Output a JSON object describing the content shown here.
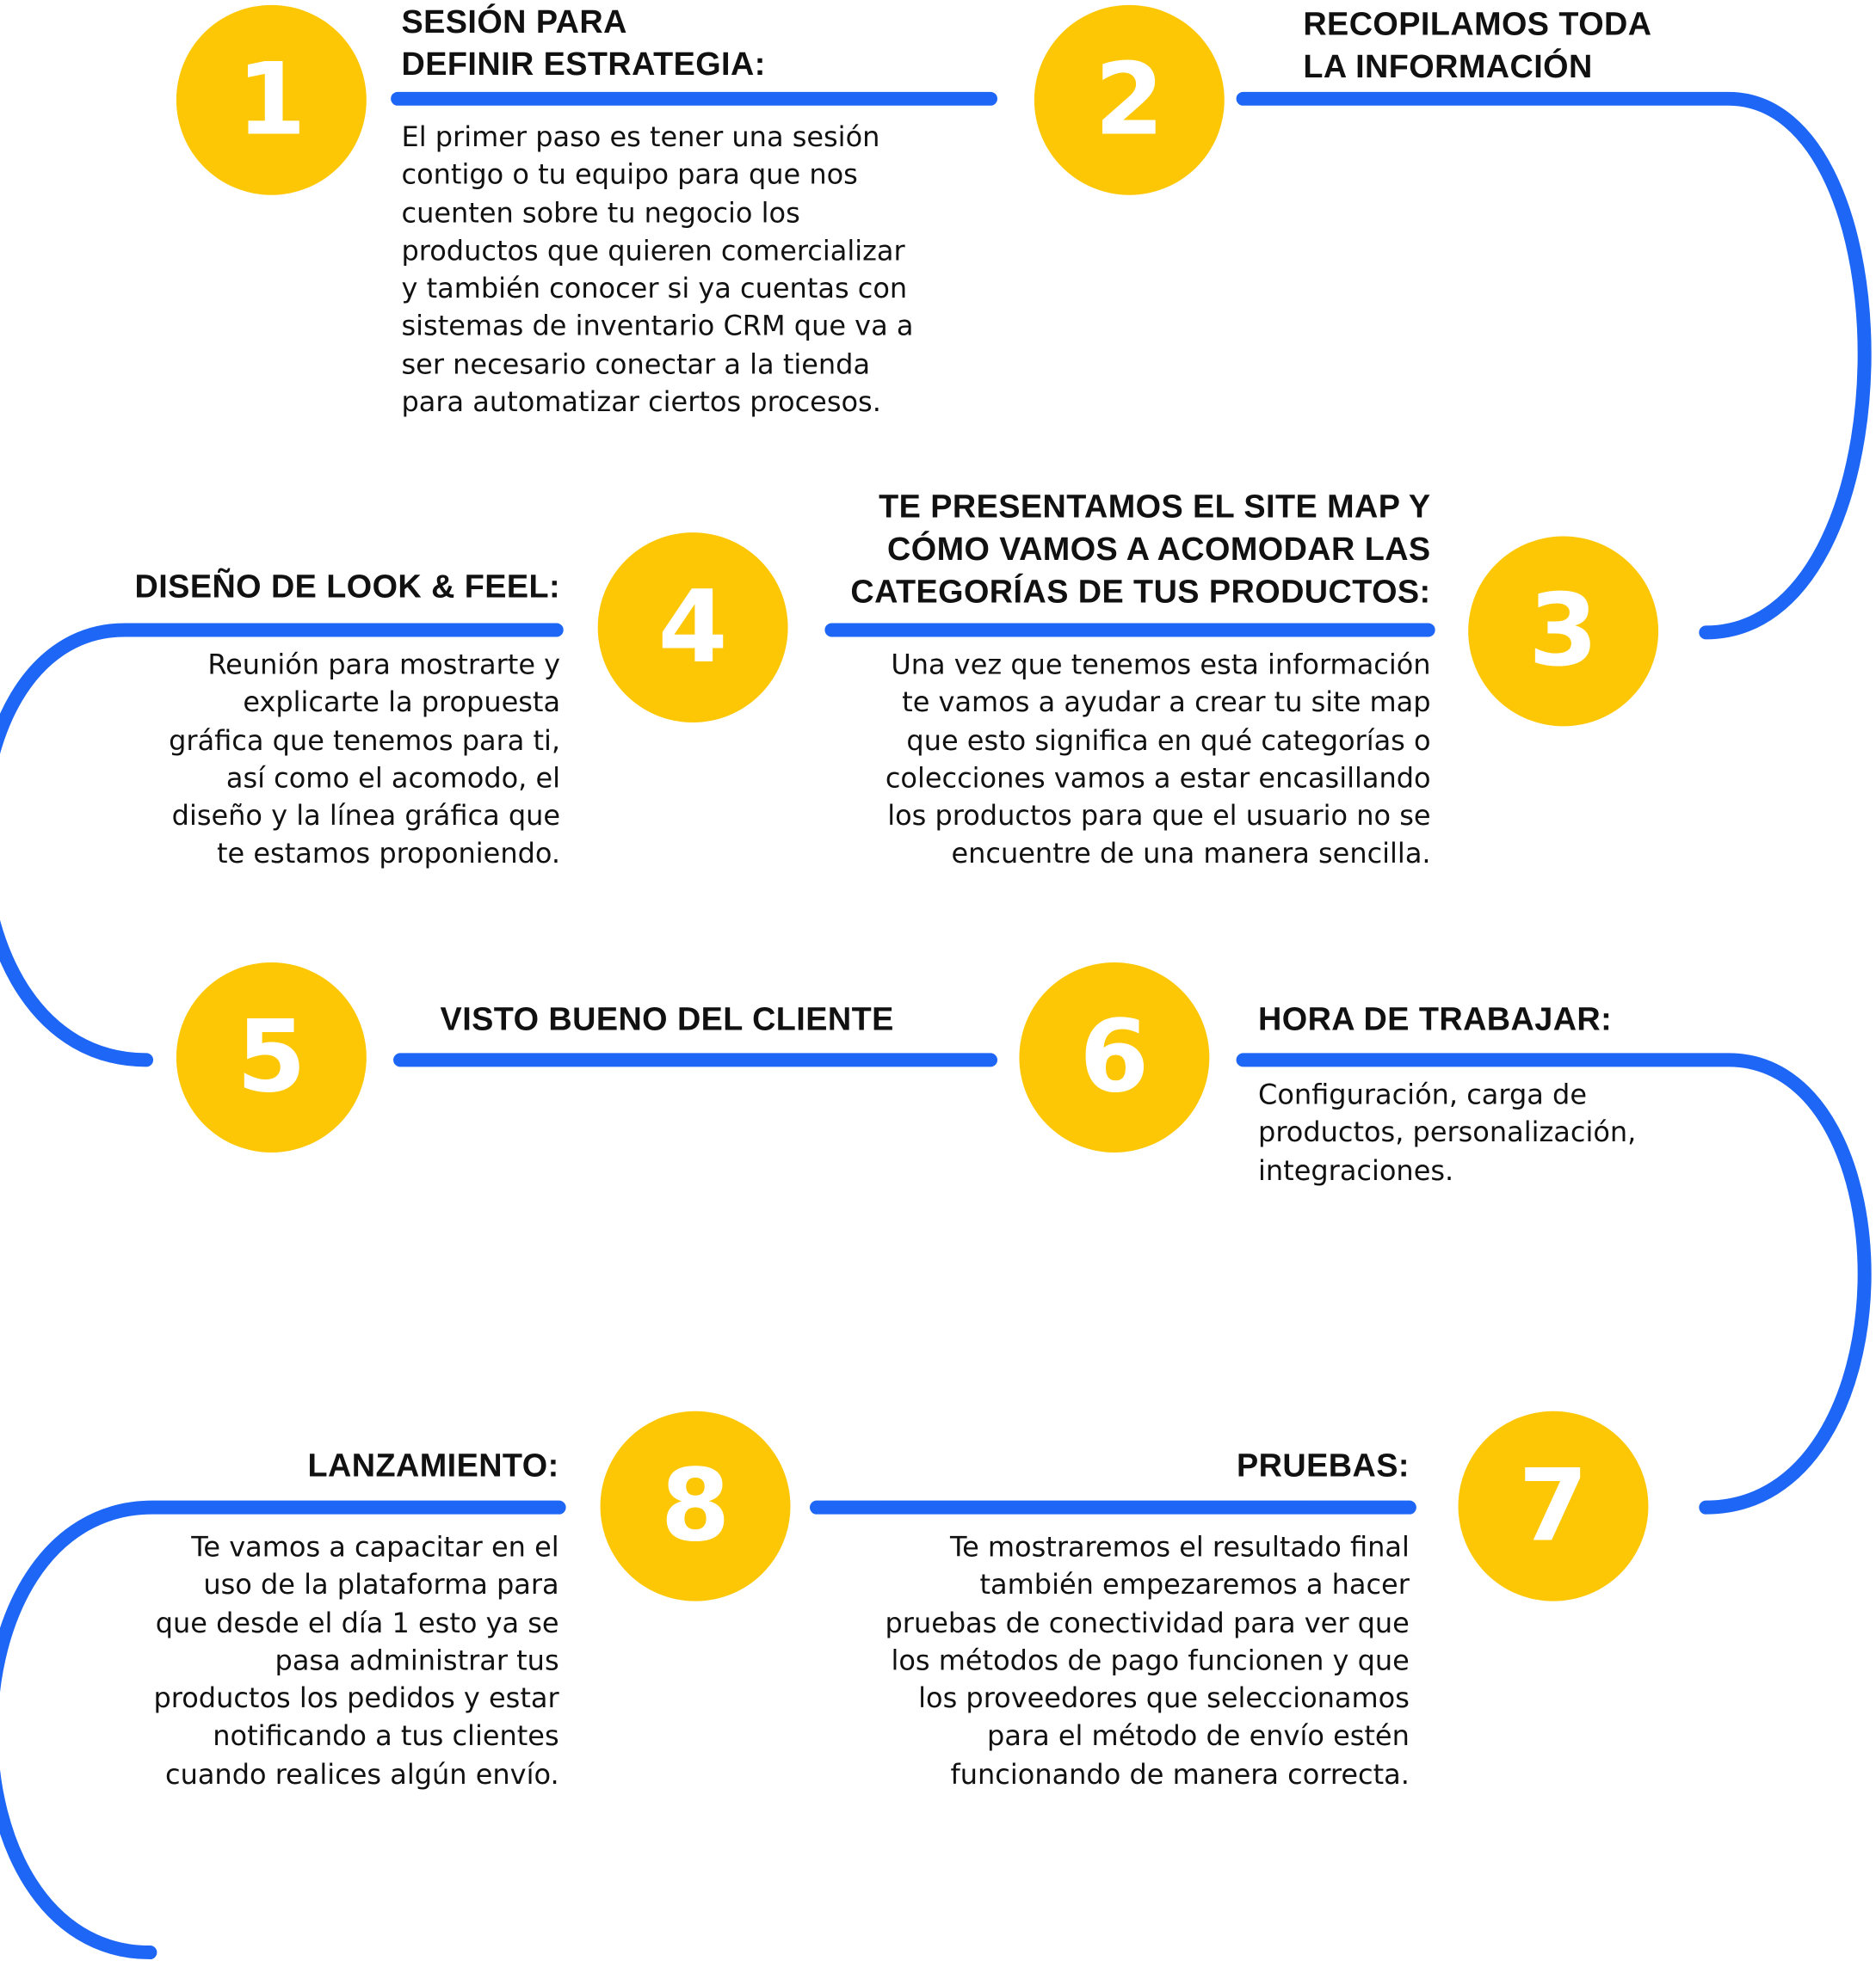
{
  "colors": {
    "accent_circle": "#FDC705",
    "connector_line": "#1E66F5",
    "text": "#111111"
  },
  "steps": [
    {
      "number": "1",
      "title": "SESIÓN PARA\nDEFINIR ESTRATEGIA:",
      "description": "El primer paso es tener una sesión\ncontigo o tu equipo para que nos\ncuenten sobre tu negocio los\nproductos que quieren comercializar\ny también conocer si ya cuentas con\nsistemas de inventario CRM que va a\nser necesario conectar a la tienda\npara automatizar ciertos procesos."
    },
    {
      "number": "2",
      "title": "RECOPILAMOS TODA\nLA INFORMACIÓN",
      "description": ""
    },
    {
      "number": "3",
      "title": "TE PRESENTAMOS EL SITE MAP Y\nCÓMO VAMOS A ACOMODAR LAS\nCATEGORÍAS DE TUS PRODUCTOS:",
      "description": "Una vez que tenemos esta información\nte vamos a ayudar a crear tu site map\nque esto significa en qué categorías o\ncolecciones vamos a estar encasillando\nlos productos para que el usuario no se\nencuentre de una manera sencilla."
    },
    {
      "number": "4",
      "title": "DISEÑO DE LOOK & FEEL:",
      "description": "Reunión para mostrarte y\nexplicarte la propuesta\ngráfica que tenemos para ti,\nasí como el acomodo, el\ndiseño y la línea gráfica que\nte estamos proponiendo."
    },
    {
      "number": "5",
      "title": "VISTO BUENO DEL CLIENTE",
      "description": ""
    },
    {
      "number": "6",
      "title": "HORA DE TRABAJAR:",
      "description": "Configuración, carga de\nproductos, personalización,\nintegraciones."
    },
    {
      "number": "7",
      "title": "PRUEBAS:",
      "description": "Te mostraremos el resultado final\ntambién empezaremos a hacer\npruebas de conectividad para ver que\nlos métodos de pago funcionen y que\nlos proveedores que seleccionamos\npara el método de envío estén\nfuncionando de manera correcta."
    },
    {
      "number": "8",
      "title": "LANZAMIENTO:",
      "description": "Te vamos a capacitar en el\nuso de la plataforma para\nque desde el día 1 esto ya se\npasa administrar tus\nproductos los pedidos y estar\nnotificando a tus clientes\ncuando realices algún envío."
    }
  ]
}
